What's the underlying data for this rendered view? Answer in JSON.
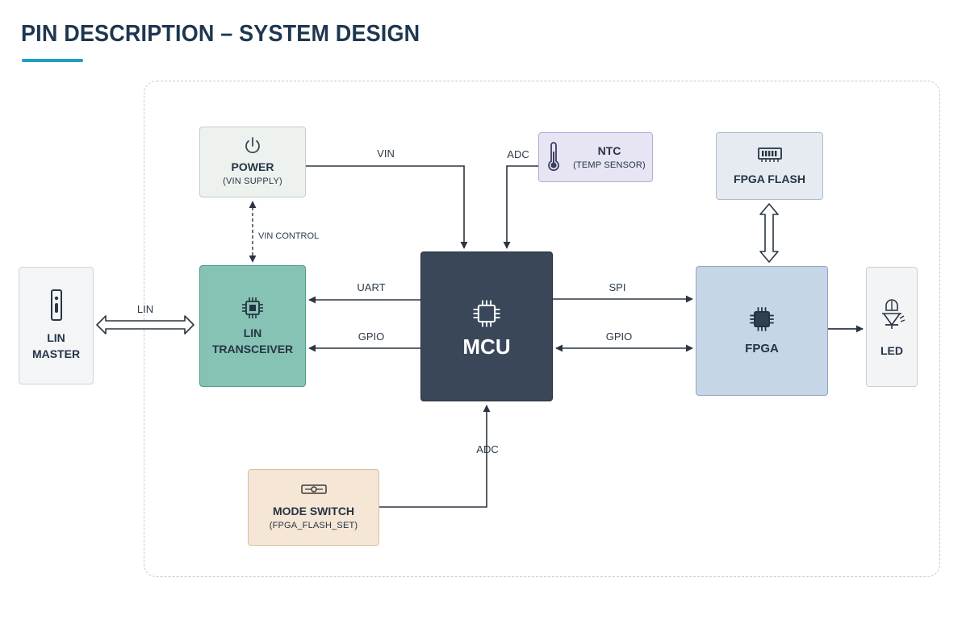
{
  "header": {
    "title": "PIN DESCRIPTION – SYSTEM DESIGN"
  },
  "blocks": {
    "lin_master": {
      "name": "LIN MASTER",
      "icon": "lin-connector-icon"
    },
    "power": {
      "name": "POWER",
      "sub": "(VIN SUPPLY)",
      "icon": "power-icon"
    },
    "lin_transceiver": {
      "name": "LIN TRANSCEIVER",
      "icon": "chip-icon"
    },
    "mcu": {
      "name": "MCU",
      "icon": "chip-icon"
    },
    "ntc": {
      "name": "NTC",
      "sub": "(TEMP SENSOR)",
      "icon": "thermometer-icon"
    },
    "fpga_flash": {
      "name": "FPGA FLASH",
      "icon": "memory-icon"
    },
    "fpga": {
      "name": "FPGA",
      "icon": "chip-icon"
    },
    "led": {
      "name": "LED",
      "icon": "led-icon"
    },
    "mode_switch": {
      "name": "MODE SWITCH",
      "sub": "(FPGA_FLASH_SET)",
      "icon": "switch-icon"
    }
  },
  "connections": {
    "lin": "LIN",
    "vin": "VIN",
    "vin_control": "VIN CONTROL",
    "adc_ntc": "ADC",
    "uart": "UART",
    "gpio_trx": "GPIO",
    "spi": "SPI",
    "gpio_fpga": "GPIO",
    "adc_mode": "ADC"
  },
  "colors": {
    "accent": "#1d9fc3",
    "mcu": "#394759",
    "lin_transceiver": "#86c3b5",
    "fpga": "#c6d6e7",
    "ntc": "#e7e4f4",
    "mode_switch": "#f5e6d5"
  }
}
